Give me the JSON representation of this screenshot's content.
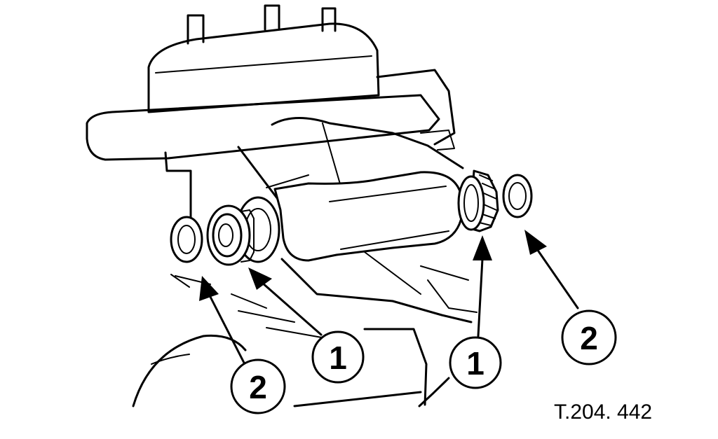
{
  "callouts": [
    {
      "label": "1"
    },
    {
      "label": "1"
    },
    {
      "label": "2"
    },
    {
      "label": "2"
    }
  ],
  "reference": "T.204. 442",
  "colors": {
    "ink": "#000000",
    "paper": "#ffffff"
  }
}
